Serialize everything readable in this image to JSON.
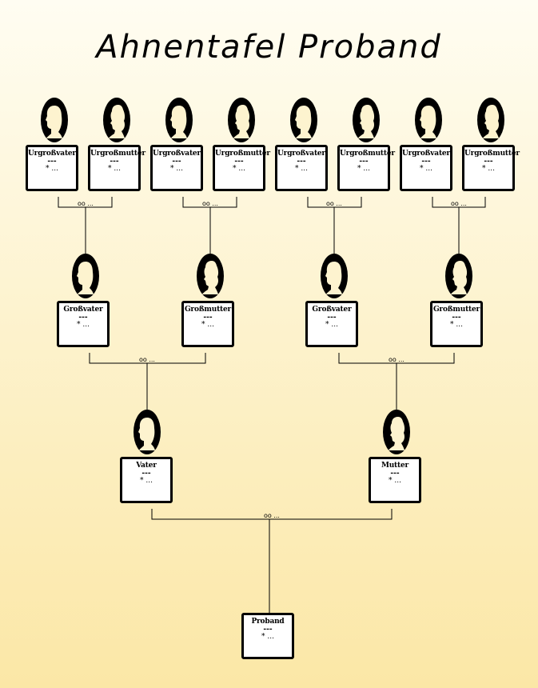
{
  "title": "Ahnentafel Proband",
  "persons": {
    "ug1": {
      "role": "Urgroßvater",
      "name": "---",
      "birth": "* ..."
    },
    "ug2": {
      "role": "Urgroßmutter",
      "name": "---",
      "birth": "* ..."
    },
    "ug3": {
      "role": "Urgroßvater",
      "name": "---",
      "birth": "* ..."
    },
    "ug4": {
      "role": "Urgroßmutter",
      "name": "---",
      "birth": "* ..."
    },
    "ug5": {
      "role": "Urgroßvater",
      "name": "---",
      "birth": "* ..."
    },
    "ug6": {
      "role": "Urgroßmutter",
      "name": "---",
      "birth": "* ..."
    },
    "ug7": {
      "role": "Urgroßvater",
      "name": "---",
      "birth": "* ..."
    },
    "ug8": {
      "role": "Urgroßmutter",
      "name": "---",
      "birth": "* ..."
    },
    "g1": {
      "role": "Großvater",
      "name": "---",
      "birth": "* ..."
    },
    "g2": {
      "role": "Großmutter",
      "name": "---",
      "birth": "* ..."
    },
    "g3": {
      "role": "Großvater",
      "name": "---",
      "birth": "* ..."
    },
    "g4": {
      "role": "Großmutter",
      "name": "---",
      "birth": "* ..."
    },
    "vater": {
      "role": "Vater",
      "name": "---",
      "birth": "* ..."
    },
    "mutter": {
      "role": "Mutter",
      "name": "---",
      "birth": "* ..."
    },
    "proband": {
      "role": "Proband",
      "name": "---",
      "birth": "* ..."
    }
  },
  "marriages": {
    "m_ug12": "oo ...",
    "m_ug34": "oo ...",
    "m_ug56": "oo ...",
    "m_ug78": "oo ...",
    "m_g12": "oo ...",
    "m_g34": "oo ...",
    "m_parents": "oo ..."
  },
  "colors": {
    "background_top": "#fffdf2",
    "background_bottom": "#fbe7a6",
    "frame": "#000000"
  }
}
